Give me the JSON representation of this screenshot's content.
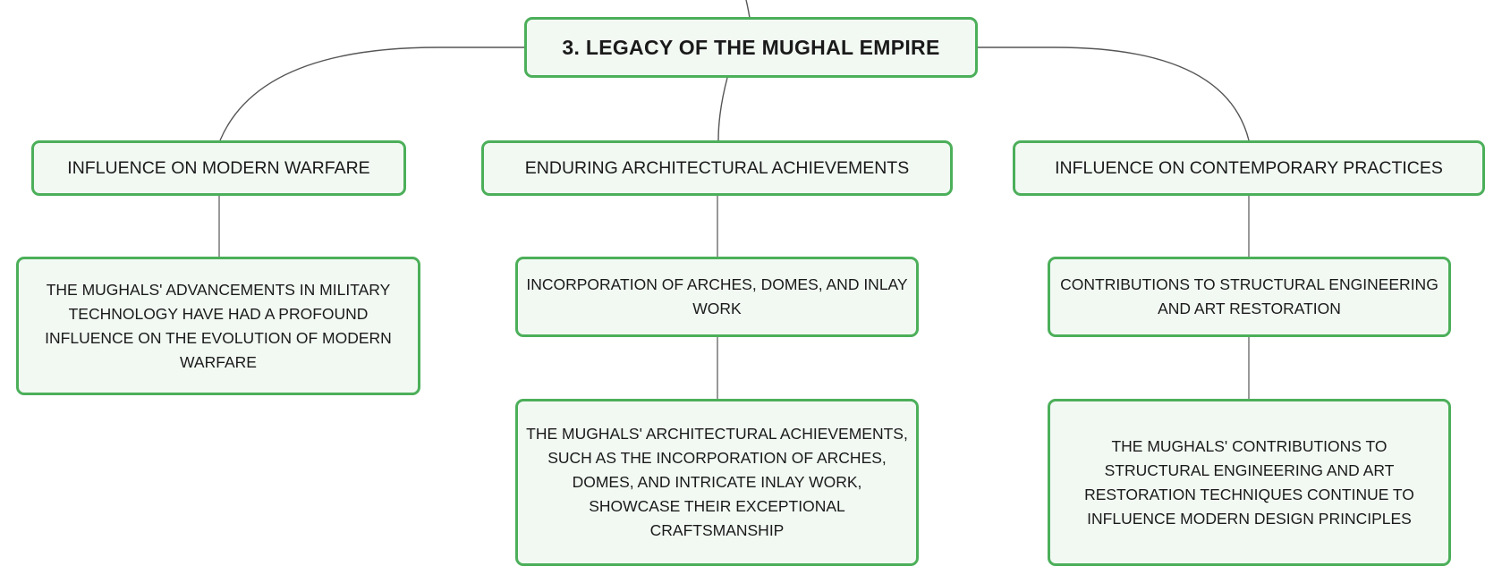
{
  "root": {
    "label": "3. LEGACY OF THE MUGHAL EMPIRE"
  },
  "branches": [
    {
      "label": "INFLUENCE ON MODERN WARFARE",
      "children": [
        {
          "label": "THE MUGHALS' ADVANCEMENTS IN MILITARY TECHNOLOGY HAVE HAD A PROFOUND INFLUENCE ON THE EVOLUTION OF MODERN WARFARE"
        }
      ]
    },
    {
      "label": "ENDURING ARCHITECTURAL ACHIEVEMENTS",
      "children": [
        {
          "label": "INCORPORATION OF ARCHES, DOMES, AND INLAY WORK"
        },
        {
          "label": "THE MUGHALS' ARCHITECTURAL ACHIEVEMENTS, SUCH AS THE INCORPORATION OF ARCHES, DOMES, AND INTRICATE INLAY WORK, SHOWCASE THEIR EXCEPTIONAL CRAFTSMANSHIP"
        }
      ]
    },
    {
      "label": "INFLUENCE ON CONTEMPORARY PRACTICES",
      "children": [
        {
          "label": "CONTRIBUTIONS TO STRUCTURAL ENGINEERING AND ART RESTORATION"
        },
        {
          "label": "THE MUGHALS' CONTRIBUTIONS TO STRUCTURAL ENGINEERING AND ART RESTORATION TECHNIQUES CONTINUE TO INFLUENCE MODERN DESIGN PRINCIPLES"
        }
      ]
    }
  ],
  "colors": {
    "node_border": "#4caf5a",
    "node_fill": "#f2f9f3",
    "connector": "#555555"
  }
}
